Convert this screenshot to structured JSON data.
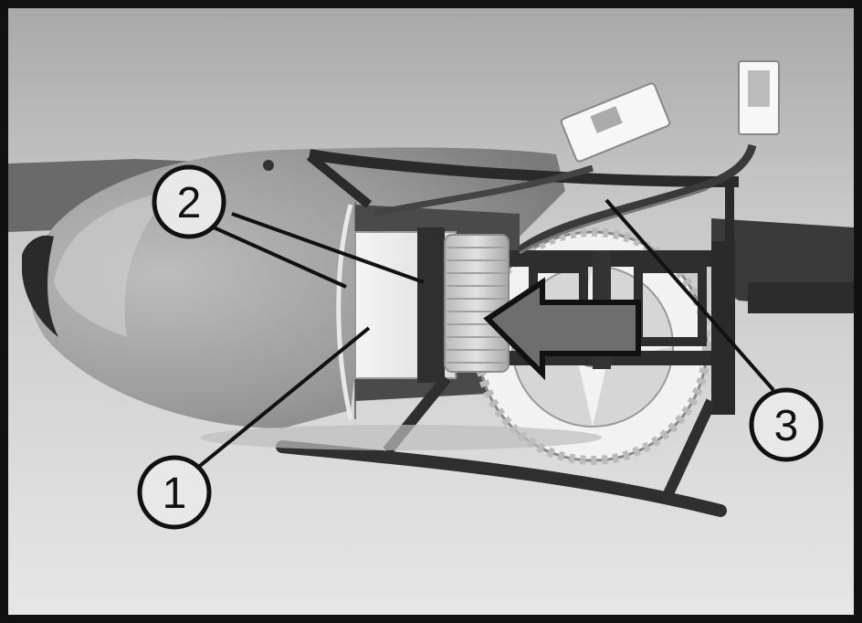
{
  "callouts": [
    {
      "id": "1",
      "label": "1"
    },
    {
      "id": "2",
      "label": "2"
    },
    {
      "id": "3",
      "label": "3"
    }
  ],
  "colors": {
    "frame": "#111111",
    "callout_fill": "#e8e8e8",
    "arrow_fill": "#6e6e6e"
  },
  "icons": {
    "direction_arrow": "arrow-left-icon"
  }
}
